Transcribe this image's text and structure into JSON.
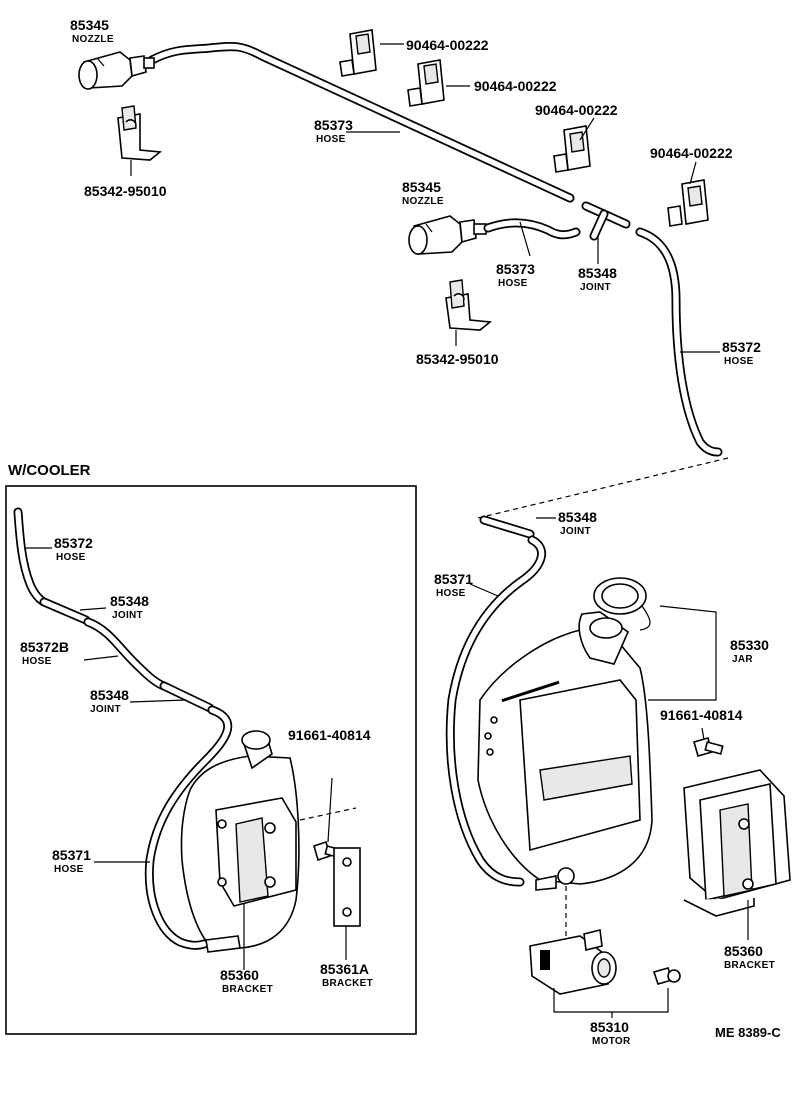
{
  "diagram": {
    "section_label": "W/COOLER",
    "drawing_code": "ME  8389-C",
    "callouts": [
      {
        "id": "nozzle-top",
        "number": "85345",
        "name": "NOZZLE"
      },
      {
        "id": "bracket-clip-top",
        "number": "85342-95010",
        "name": ""
      },
      {
        "id": "clip-1",
        "number": "90464-00222",
        "name": ""
      },
      {
        "id": "clip-2",
        "number": "90464-00222",
        "name": ""
      },
      {
        "id": "clip-3",
        "number": "90464-00222",
        "name": ""
      },
      {
        "id": "clip-4",
        "number": "90464-00222",
        "name": ""
      },
      {
        "id": "hose-long",
        "number": "85373",
        "name": "HOSE"
      },
      {
        "id": "nozzle-mid",
        "number": "85345",
        "name": "NOZZLE"
      },
      {
        "id": "hose-mid",
        "number": "85373",
        "name": "HOSE"
      },
      {
        "id": "joint-top",
        "number": "85348",
        "name": "JOINT"
      },
      {
        "id": "bracket-clip-mid",
        "number": "85342-95010",
        "name": ""
      },
      {
        "id": "hose-right",
        "number": "85372",
        "name": "HOSE"
      },
      {
        "id": "joint-right",
        "number": "85348",
        "name": "JOINT"
      },
      {
        "id": "hose-jar-right",
        "number": "85371",
        "name": "HOSE"
      },
      {
        "id": "jar",
        "number": "85330",
        "name": "JAR"
      },
      {
        "id": "bolt-right",
        "number": "91661-40814",
        "name": ""
      },
      {
        "id": "bracket-right",
        "number": "85360",
        "name": "BRACKET"
      },
      {
        "id": "motor",
        "number": "85310",
        "name": "MOTOR"
      },
      {
        "id": "cooler-hose-top",
        "number": "85372",
        "name": "HOSE"
      },
      {
        "id": "cooler-joint-1",
        "number": "85348",
        "name": "JOINT"
      },
      {
        "id": "cooler-hose-b",
        "number": "85372B",
        "name": "HOSE"
      },
      {
        "id": "cooler-joint-2",
        "number": "85348",
        "name": "JOINT"
      },
      {
        "id": "cooler-bolt",
        "number": "91661-40814",
        "name": ""
      },
      {
        "id": "cooler-hose-jar",
        "number": "85371",
        "name": "HOSE"
      },
      {
        "id": "cooler-bracket",
        "number": "85360",
        "name": "BRACKET"
      },
      {
        "id": "cooler-bracket-a",
        "number": "85361A",
        "name": "BRACKET"
      }
    ]
  }
}
